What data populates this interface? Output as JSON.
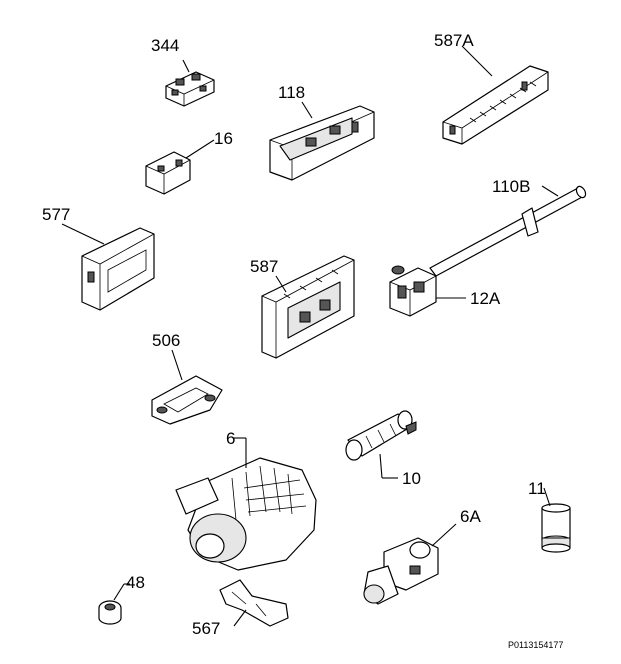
{
  "diagram": {
    "reference": "P0113154177",
    "parts": [
      {
        "id": "part-344",
        "label": "344"
      },
      {
        "id": "part-587A",
        "label": "587A"
      },
      {
        "id": "part-118",
        "label": "118"
      },
      {
        "id": "part-16",
        "label": "16"
      },
      {
        "id": "part-577",
        "label": "577"
      },
      {
        "id": "part-110B",
        "label": "110B"
      },
      {
        "id": "part-587",
        "label": "587"
      },
      {
        "id": "part-12A",
        "label": "12A"
      },
      {
        "id": "part-506",
        "label": "506"
      },
      {
        "id": "part-6",
        "label": "6"
      },
      {
        "id": "part-10",
        "label": "10"
      },
      {
        "id": "part-11",
        "label": "11"
      },
      {
        "id": "part-6A",
        "label": "6A"
      },
      {
        "id": "part-48",
        "label": "48"
      },
      {
        "id": "part-567",
        "label": "567"
      }
    ]
  }
}
